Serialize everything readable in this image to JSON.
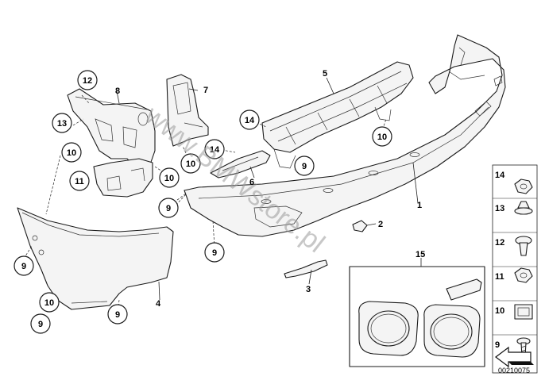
{
  "watermark": "www.BMWstore.pl",
  "diagram_id": "00210075",
  "callouts": {
    "c12": "12",
    "c13": "13",
    "c10a": "10",
    "c11": "11",
    "c10b": "10",
    "c10c": "10",
    "c14a": "14",
    "c14b": "14",
    "c10d": "10",
    "c9a": "9",
    "c9b": "9",
    "c9c": "9",
    "c9d": "9",
    "c10e": "10",
    "c9e": "9",
    "c9f": "9"
  },
  "labels": {
    "n8": "8",
    "n7": "7",
    "n5": "5",
    "n6": "6",
    "n1": "1",
    "n2": "2",
    "n3": "3",
    "n4": "4",
    "n15": "15"
  },
  "legend": [
    "14",
    "13",
    "12",
    "11",
    "10",
    "9"
  ]
}
